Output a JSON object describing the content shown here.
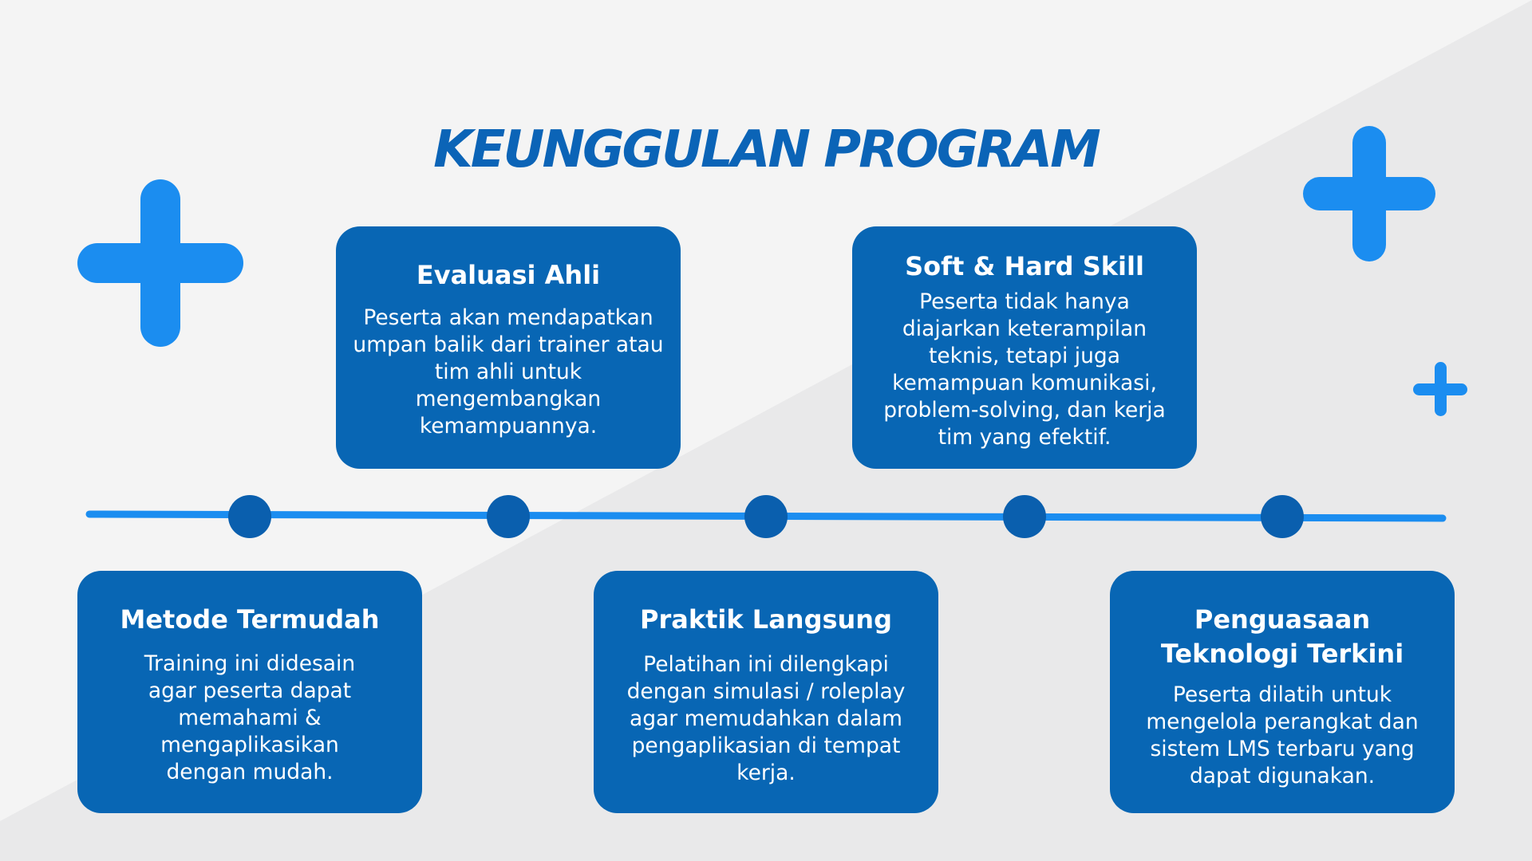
{
  "title": "KEUNGGULAN PROGRAM",
  "colors": {
    "title": "#0b64b7",
    "card_bg": "#0866b4",
    "accent_plus": "#1b8df0",
    "timeline_line": "#1b8df0",
    "timeline_dot": "#0a5fae"
  },
  "cards": [
    {
      "title": "Metode Termudah",
      "text": "Training ini didesain\nagar peserta dapat\nmemahami &\nmengaplikasikan\ndengan mudah."
    },
    {
      "title": "Evaluasi Ahli",
      "text": "Peserta akan mendapatkan\numpan balik dari trainer atau\ntim ahli untuk\nmengembangkan\nkemampuannya."
    },
    {
      "title": "Praktik Langsung",
      "text": "Pelatihan ini dilengkapi\ndengan simulasi / roleplay\nagar memudahkan dalam\npengaplikasian di tempat\nkerja."
    },
    {
      "title": "Soft & Hard Skill",
      "text": "Peserta tidak hanya\ndiajarkan keterampilan\nteknis, tetapi juga\nkemampuan komunikasi,\nproblem-solving, dan kerja\ntim yang efektif."
    },
    {
      "title": "Penguasaan\nTeknologi Terkini",
      "text": "Peserta dilatih untuk\nmengelola perangkat dan\nsistem LMS terbaru yang\ndapat digunakan."
    }
  ]
}
